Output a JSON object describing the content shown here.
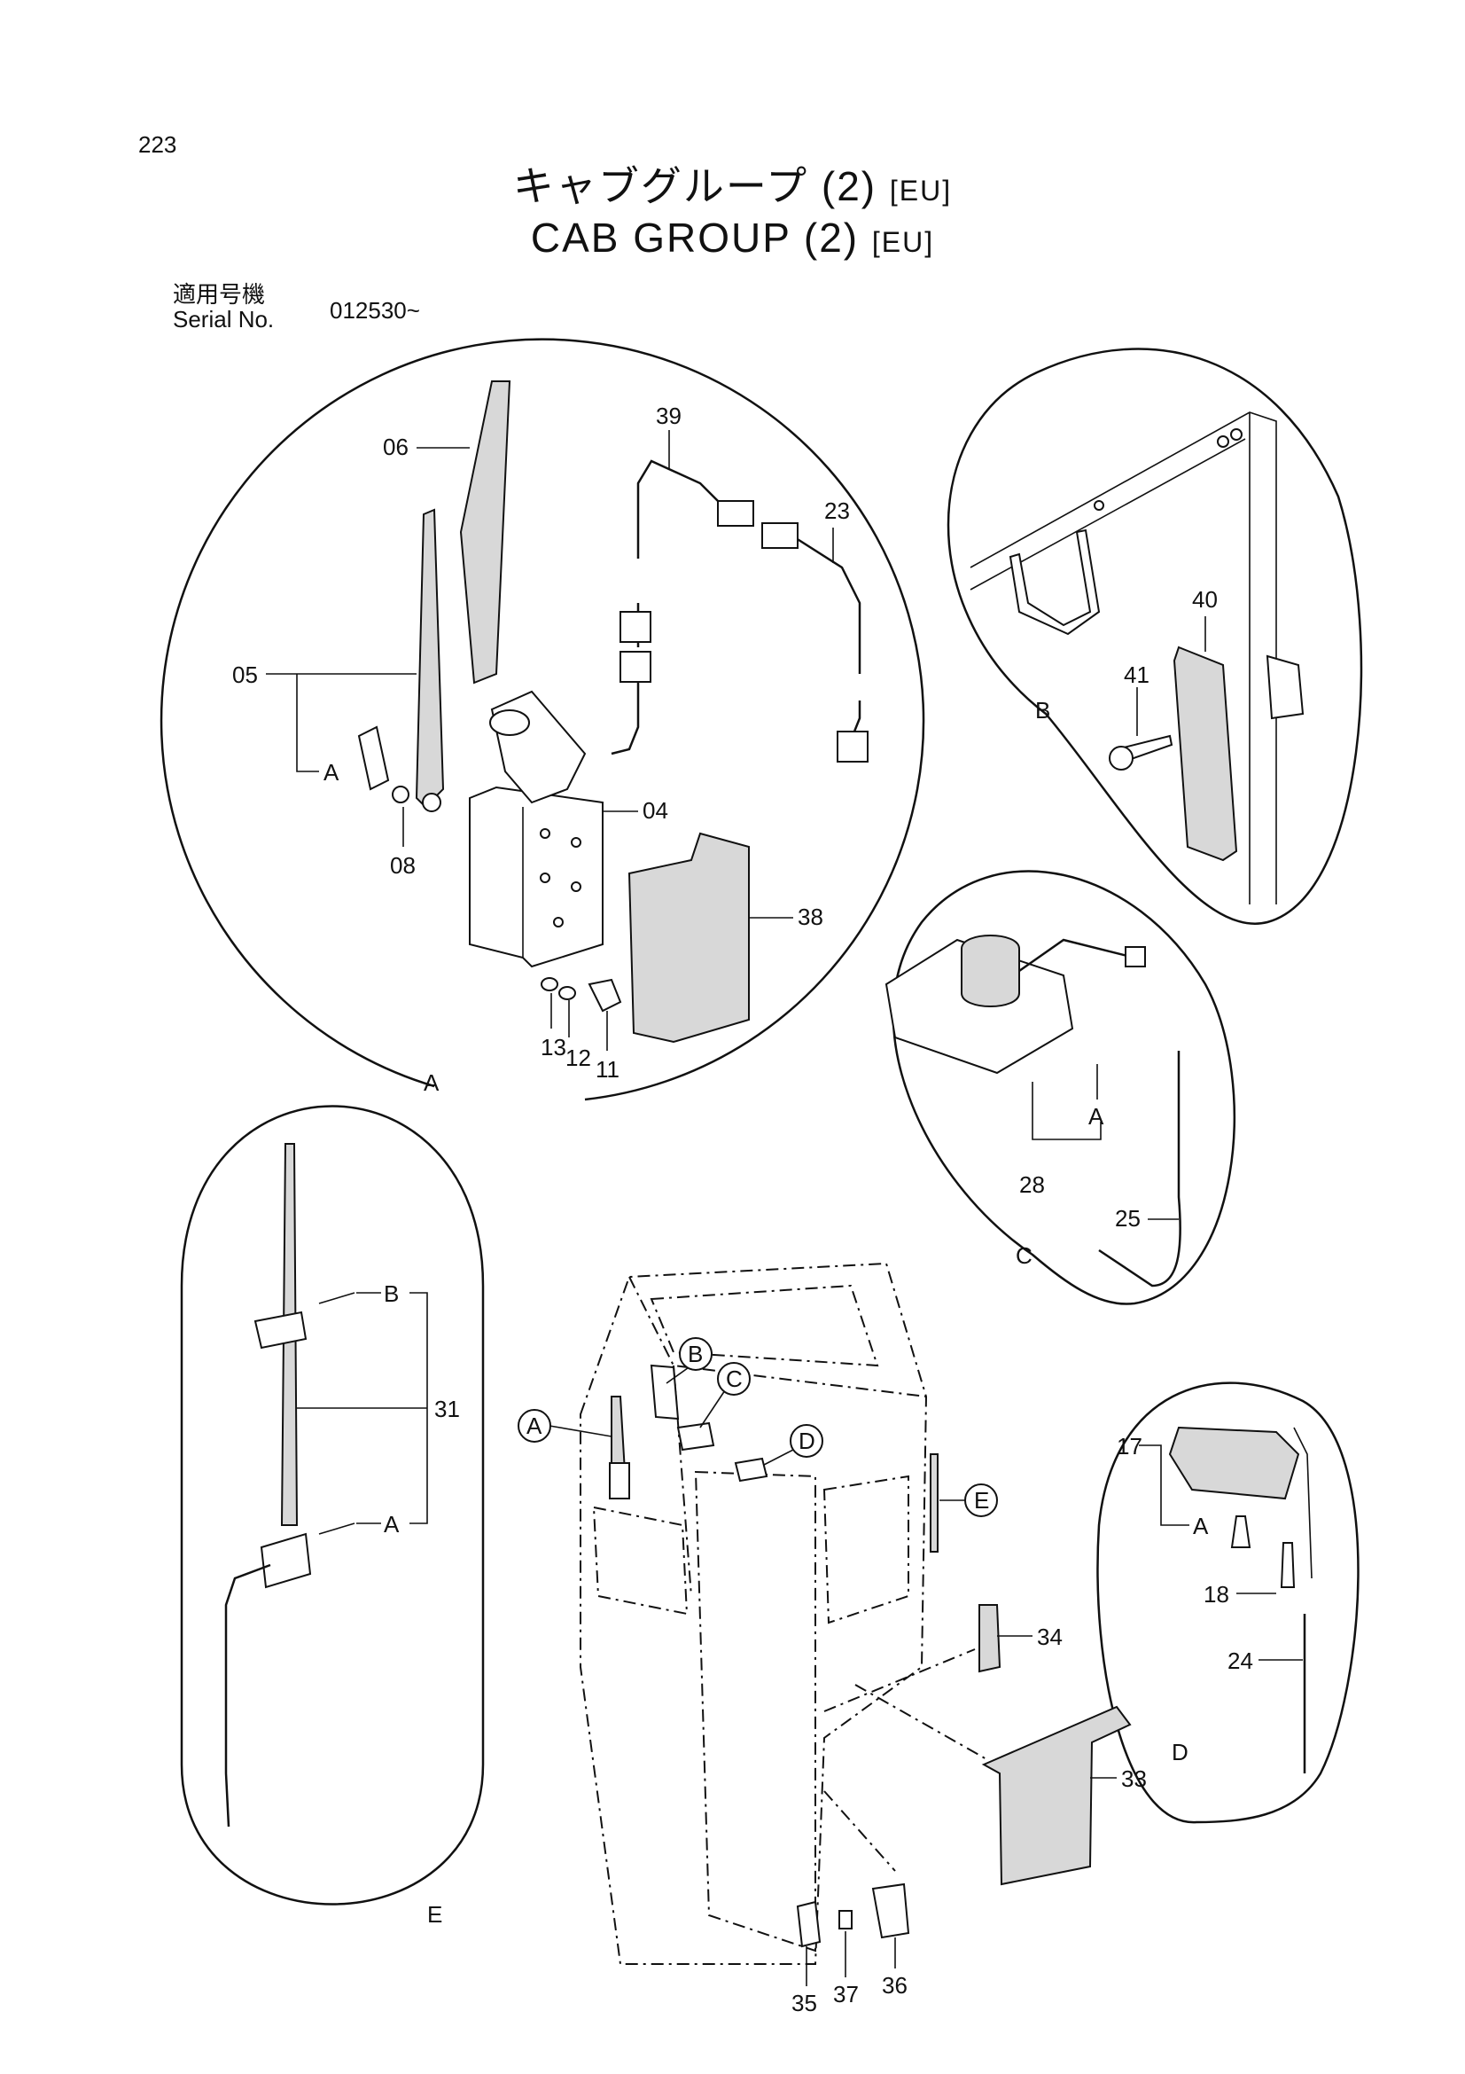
{
  "page": {
    "number": "223"
  },
  "title": {
    "jp": "キャブグループ (2)",
    "en": "CAB  GROUP  (2)",
    "tag": "[EU]"
  },
  "serial": {
    "label_jp": "適用号機",
    "label_en": "Serial No.",
    "value": "012530~"
  },
  "callouts": {
    "p06": "06",
    "p39": "39",
    "p23": "23",
    "p05": "05",
    "pA1": "A",
    "p04": "04",
    "p08": "08",
    "p38": "38",
    "p13": "13",
    "p12": "12",
    "p11": "11",
    "pA": "A",
    "p40": "40",
    "p41": "41",
    "pB": "B",
    "pA2": "A",
    "p28": "28",
    "p25": "25",
    "pC": "C",
    "pB3": "B",
    "p31": "31",
    "pA3": "A",
    "pE": "E",
    "p17": "17",
    "pA4": "A",
    "p18": "18",
    "p24": "24",
    "pD": "D",
    "p34": "34",
    "p33": "33",
    "p35": "35",
    "p37": "37",
    "p36": "36",
    "cA": "A",
    "cB": "B",
    "cC": "C",
    "cD": "D",
    "cE": "E"
  }
}
